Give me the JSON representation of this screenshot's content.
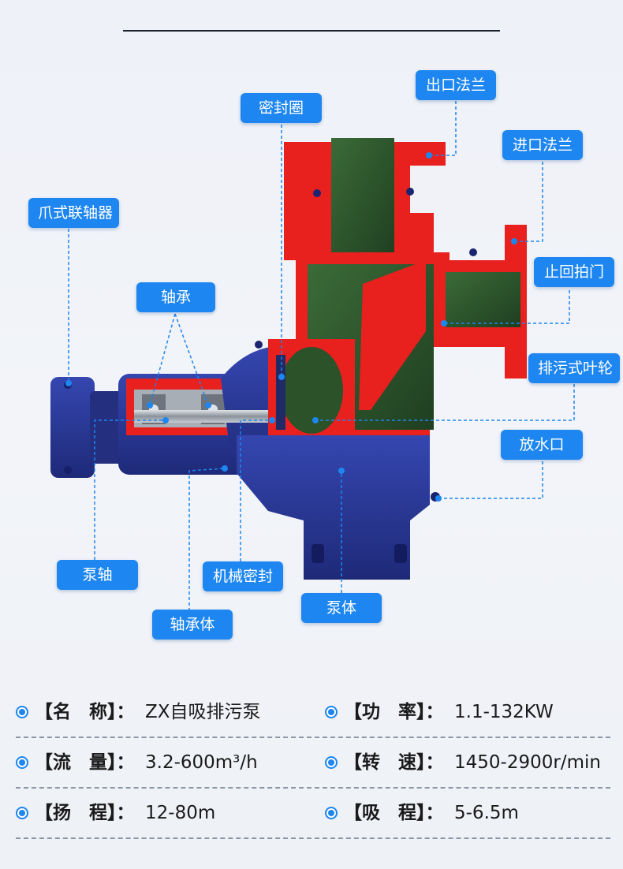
{
  "labels": {
    "outlet_flange": "出口法兰",
    "seal_ring": "密封圈",
    "inlet_flange": "进口法兰",
    "claw_coupling": "爪式联轴器",
    "check_valve": "止回拍门",
    "bearing": "轴承",
    "impeller": "排污式叶轮",
    "drain_port": "放水口",
    "pump_shaft": "泵轴",
    "mech_seal": "机械密封",
    "pump_body": "泵体",
    "bearing_housing": "轴承体"
  },
  "specs": {
    "name_label": "【名　称】：",
    "name_value": "ZX自吸排污泵",
    "power_label": "【功　率】：",
    "power_value": "1.1-132KW",
    "flow_label": "【流　量】：",
    "flow_value": "3.2-600m³/h",
    "speed_label": "【转　速】：",
    "speed_value": "1450-2900r/min",
    "head_label": "【扬　程】：",
    "head_value": "12-80m",
    "suction_label": "【吸　程】：",
    "suction_value": "5-6.5m"
  },
  "colors": {
    "accent": "#1d86f0",
    "casing_red": "#e8201e",
    "body_blue": "#2c3a9a",
    "interior_green": "#2f5a2e"
  }
}
